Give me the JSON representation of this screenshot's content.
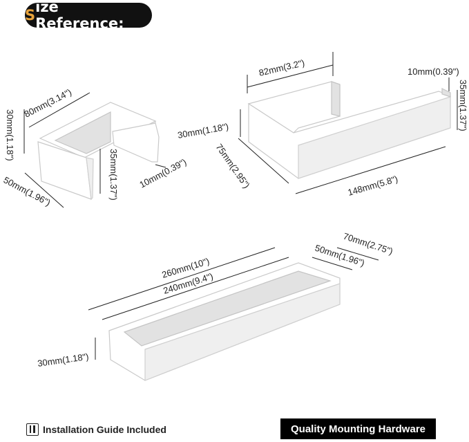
{
  "header": {
    "title_first_letter": "S",
    "title_rest": "ize Reference:"
  },
  "hook": {
    "width": "80mm(3.14\")",
    "height": "30mm(1.18\")",
    "depth": "50mm(1.96\")",
    "arm_height": "35mm(1.37\")",
    "thickness": "10mm(0.39\")"
  },
  "paper_holder": {
    "top_length": "82mm(3.2\")",
    "thickness": "10mm(0.39\")",
    "arm_height": "35mm(1.37\")",
    "height": "30mm(1.18\")",
    "depth": "75mm(2.95\")",
    "length": "148mm(5.8\")"
  },
  "towel_bar": {
    "outer_length": "260mm(10\")",
    "inner_length": "240mm(9.4\")",
    "outer_width": "70mm(2.75\")",
    "inner_width": "50mm(1.96\")",
    "height": "30mm(1.18\")"
  },
  "footer": {
    "guide_label": "Installation Guide Included",
    "hardware_label": "Quality Mounting Hardware"
  },
  "colors": {
    "accent": "#e8a33c",
    "pill_bg": "#111111",
    "product": "#ffffff"
  }
}
